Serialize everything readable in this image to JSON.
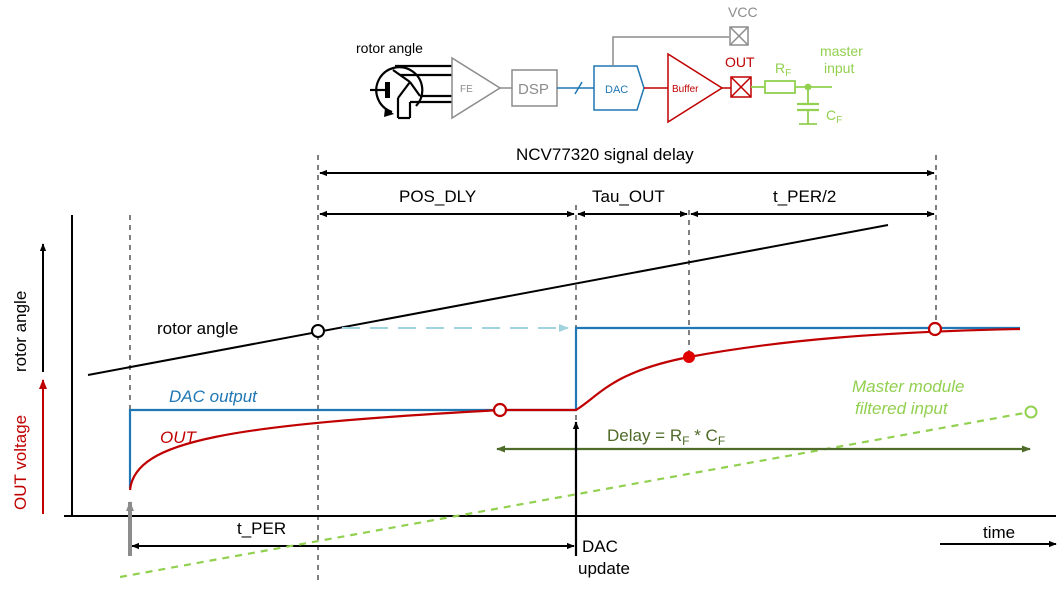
{
  "schematic": {
    "rotor_angle": "rotor angle",
    "fe": "FE",
    "dsp": "DSP",
    "dac": "DAC",
    "buffer": "Buffer",
    "vcc": "VCC",
    "out": "OUT",
    "rf": "R",
    "rf_sub": "F",
    "cf": "C",
    "cf_sub": "F",
    "master_line1": "master",
    "master_line2": "input"
  },
  "timing": {
    "signal_delay": "NCV77320 signal delay",
    "pos_dly": "POS_DLY",
    "tau_out": "Tau_OUT",
    "t_per_half": "t_PER/2",
    "t_per": "t_PER",
    "dac_update_line1": "DAC",
    "dac_update_line2": "update",
    "time": "time"
  },
  "axes": {
    "y_upper": "rotor angle",
    "y_lower": "OUT voltage"
  },
  "curves": {
    "rotor_angle": "rotor angle",
    "dac_output": "DAC output",
    "out": "OUT",
    "master_line1": "Master module",
    "master_line2": "filtered input"
  },
  "delay": {
    "prefix": "Delay = R",
    "sub1": "F",
    "mid": " * C",
    "sub2": "F"
  },
  "colors": {
    "dac": "#1f77b4",
    "out": "#c00000",
    "master": "#92d050",
    "delay": "#4e6b2a",
    "gray": "#8c8c8c",
    "dashed_arrow": "#9fd3e0"
  }
}
